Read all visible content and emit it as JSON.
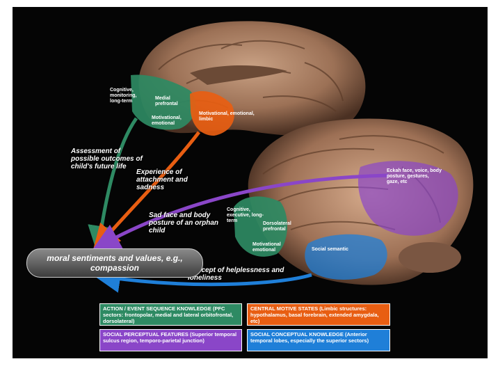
{
  "colors": {
    "green": "#2e8a63",
    "orange": "#e85e12",
    "purple": "#8a46c8",
    "blue": "#1f7fd8"
  },
  "labels": {
    "cognitive_monitoring": "Cognitive, monitoring, long-term",
    "medial_prefrontal": "Medial prefrontal",
    "motivational": "Motivational, emotional",
    "limbic": "Motivational, emotional, limbic",
    "assessment": "Assessment of possible outcomes of child's future life",
    "experience": "Experience of attachment and sadness",
    "sad_face": "Sad face and body posture of an orphan child",
    "face_voice": "Eckah face, voice, body posture, gestures, gaze, etc",
    "cognitive_lateral": "Cognitive, executive, long-term",
    "dorsolateral": "Dorsolateral prefrontal",
    "frontal_motivational": "Motivational emotional",
    "social_semantic": "Social semantic",
    "concept": "Concept of helplessness and loneliness",
    "moral": "moral sentiments and values, e.g., compassion"
  },
  "legend": {
    "action_title": "ACTION / EVENT SEQUENCE KNOWLEDGE",
    "action_body": "(PFC sectors: frontopolar, medial and lateral orbitofrontal, dorsolateral)",
    "motive_title": "CENTRAL MOTIVE STATES",
    "motive_body": "(Limbic structures: hypothalamus, basal forebrain, extended amygdala, etc)",
    "perceptual_title": "SOCIAL PERCEPTUAL FEATURES",
    "perceptual_body": "(Superior temporal sulcus region, temporo-parietal junction)",
    "conceptual_title": "SOCIAL CONCEPTUAL KNOWLEDGE",
    "conceptual_body": "(Anterior temporal lobes, especially the superior sectors)"
  }
}
